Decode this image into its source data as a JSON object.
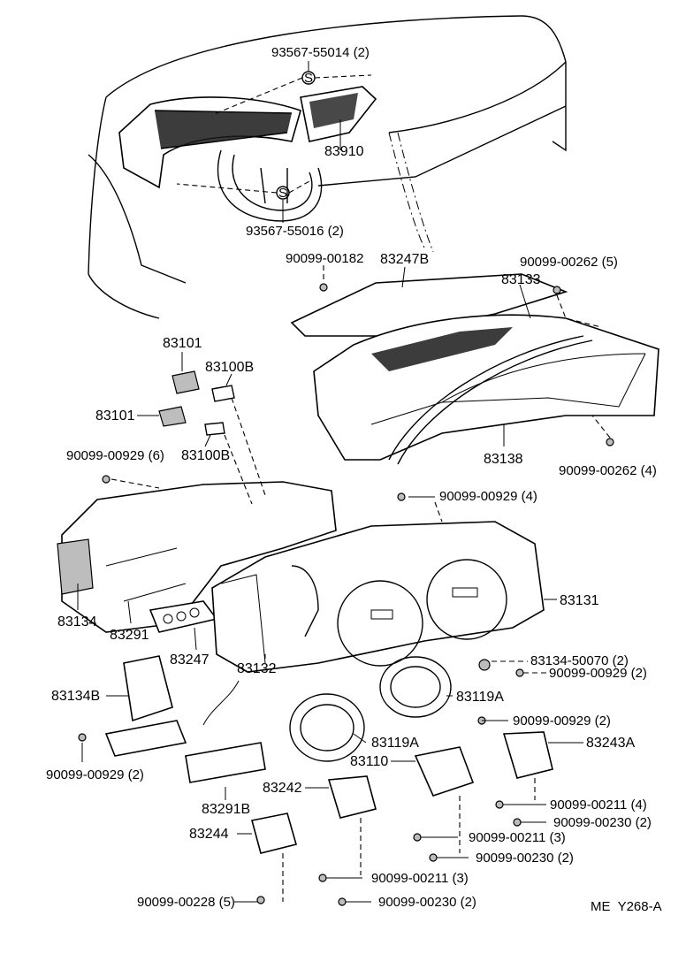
{
  "diagram": {
    "ref_code": "ME  Y268-A",
    "labels": {
      "p93567_55014": "93567-55014 (2)",
      "p83910": "83910",
      "p93567_55016": "93567-55016 (2)",
      "p90099_00182": "90099-00182",
      "p83247B": "83247B",
      "p90099_00262_5": "90099-00262 (5)",
      "p83133": "83133",
      "p83101_a": "83101",
      "p83100B_a": "83100B",
      "p83101_b": "83101",
      "p83100B_b": "83100B",
      "p90099_00929_6": "90099-00929 (6)",
      "p83138": "83138",
      "p90099_00262_4": "90099-00262 (4)",
      "p90099_00929_4": "90099-00929 (4)",
      "p83131": "83131",
      "p83134": "83134",
      "p83291": "83291",
      "p83247": "83247",
      "p83132": "83132",
      "p83134_50070": "83134-50070 (2)",
      "p90099_00929_2a": "90099-00929 (2)",
      "p83134B": "83134B",
      "p83119A_a": "83119A",
      "p90099_00929_2b": "90099-00929 (2)",
      "p83119A_b": "83119A",
      "p83243A": "83243A",
      "p83110": "83110",
      "p90099_00929_2c": "90099-00929 (2)",
      "p83291B": "83291B",
      "p83242": "83242",
      "p90099_00211_4": "90099-00211 (4)",
      "p90099_00230_2a": "90099-00230 (2)",
      "p83244": "83244",
      "p90099_00211_3a": "90099-00211 (3)",
      "p90099_00230_2b": "90099-00230 (2)",
      "p90099_00211_3b": "90099-00211 (3)",
      "p90099_00228": "90099-00228 (5)",
      "p90099_00230_2c": "90099-00230 (2)",
      "s_mark_top": "S",
      "s_mark_bottom": "S"
    }
  }
}
